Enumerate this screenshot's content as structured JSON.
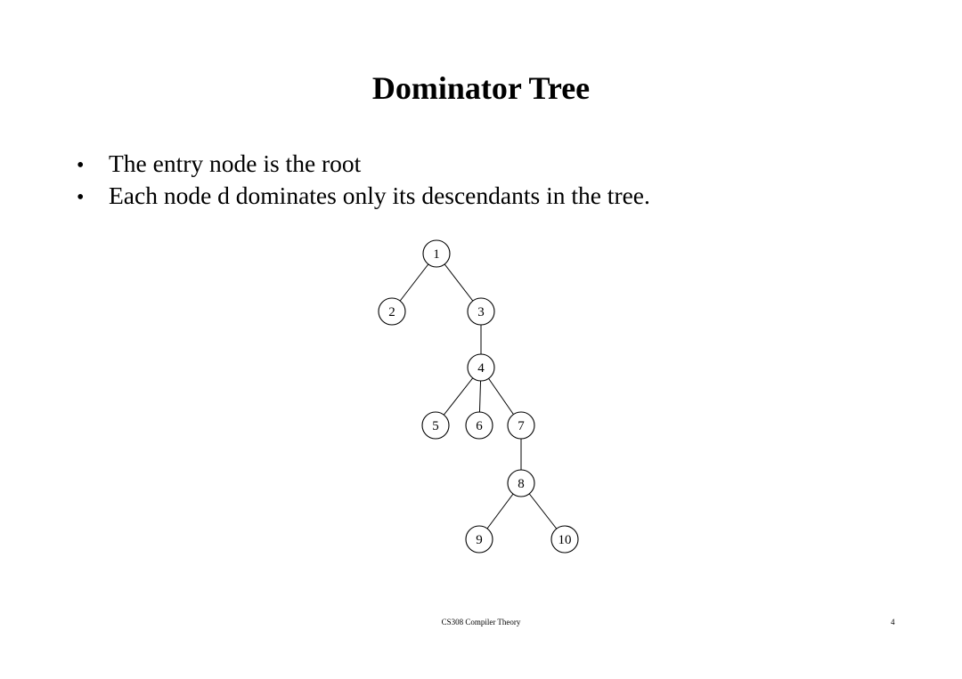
{
  "slide": {
    "title": "Dominator Tree",
    "bullets": [
      "The entry node is the root",
      "Each node d dominates only its descendants in the tree."
    ],
    "footer": "CS308  Compiler Theory",
    "page_number": "4"
  },
  "tree": {
    "nodes": [
      {
        "id": "1",
        "label": "1"
      },
      {
        "id": "2",
        "label": "2"
      },
      {
        "id": "3",
        "label": "3"
      },
      {
        "id": "4",
        "label": "4"
      },
      {
        "id": "5",
        "label": "5"
      },
      {
        "id": "6",
        "label": "6"
      },
      {
        "id": "7",
        "label": "7"
      },
      {
        "id": "8",
        "label": "8"
      },
      {
        "id": "9",
        "label": "9"
      },
      {
        "id": "10",
        "label": "10"
      }
    ],
    "edges": [
      [
        "1",
        "2"
      ],
      [
        "1",
        "3"
      ],
      [
        "3",
        "4"
      ],
      [
        "4",
        "5"
      ],
      [
        "4",
        "6"
      ],
      [
        "4",
        "7"
      ],
      [
        "7",
        "8"
      ],
      [
        "8",
        "9"
      ],
      [
        "8",
        "10"
      ]
    ]
  }
}
